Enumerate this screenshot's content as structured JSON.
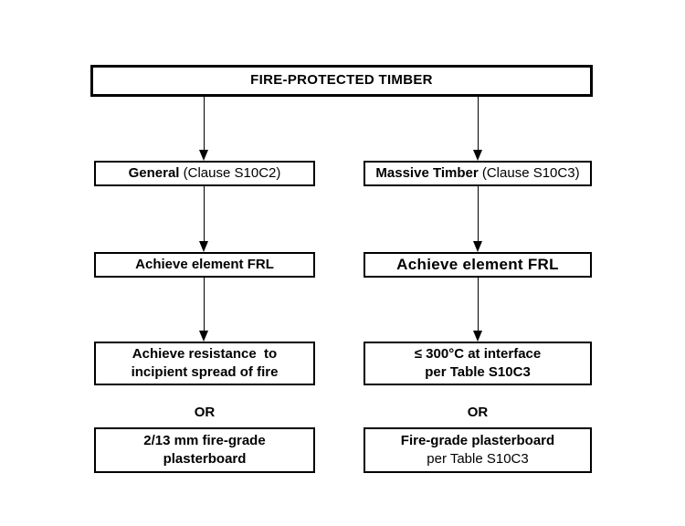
{
  "colors": {
    "background": "#ffffff",
    "box_border": "#000000",
    "text": "#000000",
    "arrow": "#000000"
  },
  "flowchart": {
    "root": {
      "title": "FIRE-PROTECTED TIMBER"
    },
    "left_branch": {
      "clause": {
        "bold": "General",
        "rest": " (Clause S10C2)"
      },
      "frl": "Achieve element FRL",
      "requirement": {
        "line1": "Achieve resistance  to",
        "line2": "incipient spread of fire"
      },
      "or_label": "OR",
      "alternative": {
        "line1": "2/13 mm fire-grade",
        "line2": "plasterboard"
      }
    },
    "right_branch": {
      "clause": {
        "bold": "Massive Timber",
        "rest": " (Clause S10C3)"
      },
      "frl": "Achieve element FRL",
      "requirement": {
        "line1": "≤ 300°C at interface",
        "line2": "per Table S10C3"
      },
      "or_label": "OR",
      "alternative": {
        "line1": "Fire-grade plasterboard",
        "line2": "per Table S10C3"
      }
    }
  }
}
